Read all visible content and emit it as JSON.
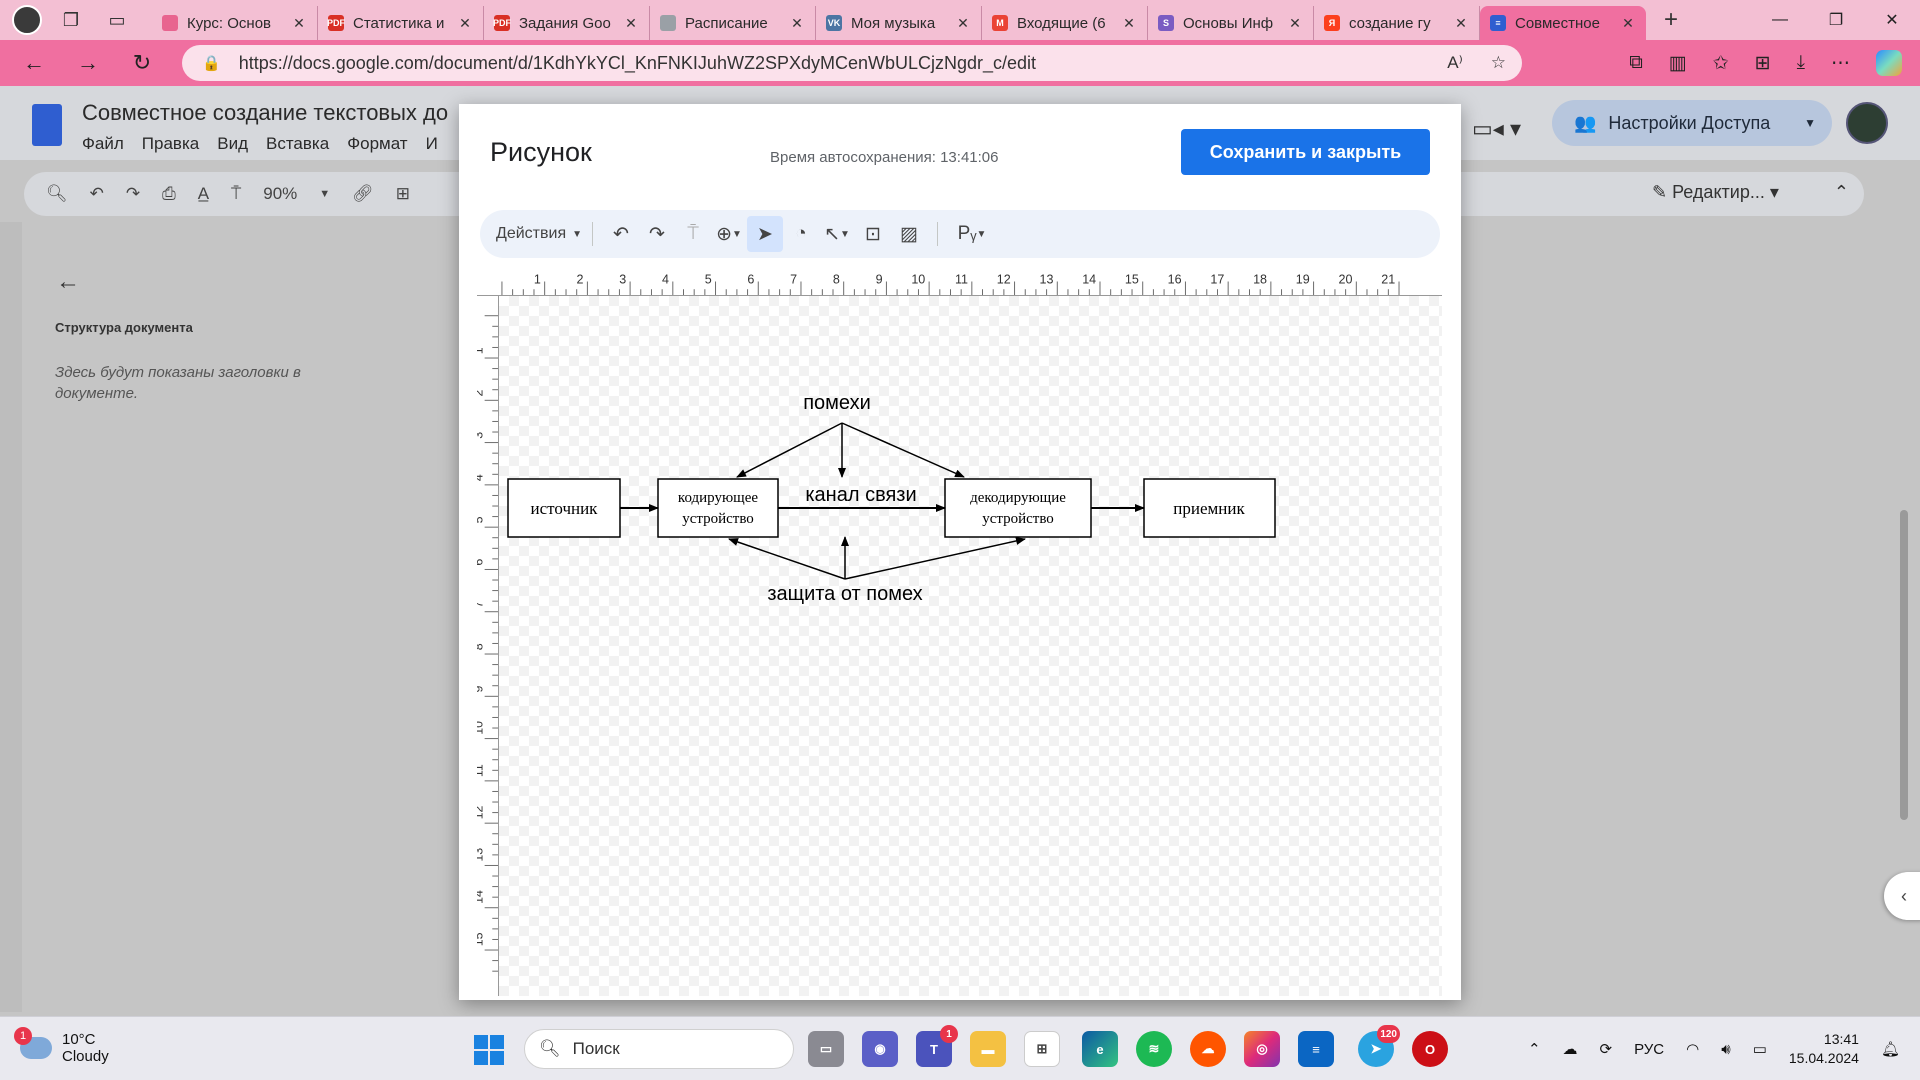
{
  "browser": {
    "tabs": [
      {
        "title": "Курс: Основ",
        "fav_color": "#e8648f"
      },
      {
        "title": "Статистика и",
        "fav_color": "#d93025",
        "fav_text": "PDF"
      },
      {
        "title": "Задания Goo",
        "fav_color": "#d93025",
        "fav_text": "PDF"
      },
      {
        "title": "Расписание",
        "fav_color": "#9aa0a6"
      },
      {
        "title": "Моя музыка",
        "fav_color": "#4c75a3",
        "fav_text": "VK"
      },
      {
        "title": "Входящие (6",
        "fav_color": "#ea4335",
        "fav_text": "M"
      },
      {
        "title": "Основы Инф",
        "fav_color": "#7a5cc2",
        "fav_text": "S"
      },
      {
        "title": "создание гу",
        "fav_color": "#fc3f1d",
        "fav_text": "Я"
      },
      {
        "title": "Совместное",
        "fav_color": "#2f5ed0",
        "fav_text": "≡"
      }
    ],
    "url": "https://docs.google.com/document/d/1KdhYkYCl_KnFNKIJuhWZ2SPXdyMCenWbULCjzNgdr_c/edit"
  },
  "docs": {
    "title": "Совместное создание текстовых до",
    "menu": [
      "Файл",
      "Правка",
      "Вид",
      "Вставка",
      "Формат",
      "И"
    ],
    "zoom": "90%",
    "share_label": "Настройки Доступа",
    "edit_mode": "Редактир...",
    "outline_title": "Структура документа",
    "outline_hint": "Здесь будут показаны заголовки в документе."
  },
  "dialog": {
    "title": "Рисунок",
    "autosave": "Время автосохранения: 13:41:06",
    "save_label": "Сохранить и закрыть",
    "actions_label": "Действия"
  },
  "diagram": {
    "box_source": "источник",
    "box_encoder_1": "кодирующее",
    "box_encoder_2": "устройство",
    "box_decoder_1": "декодирующие",
    "box_decoder_2": "устройство",
    "box_receiver": "приемник",
    "label_noise": "помехи",
    "label_channel": "канал связи",
    "label_protection": "защита от помех"
  },
  "taskbar": {
    "temperature": "10°C",
    "weather": "Cloudy",
    "weather_badge": "1",
    "search_label": "Поиск",
    "teams_badge": "1",
    "telegram_badge": "120",
    "language": "РУС",
    "time": "13:41",
    "date": "15.04.2024"
  },
  "colors": {
    "accent": "#1a73e8",
    "browser_theme": "#f06fa0"
  }
}
